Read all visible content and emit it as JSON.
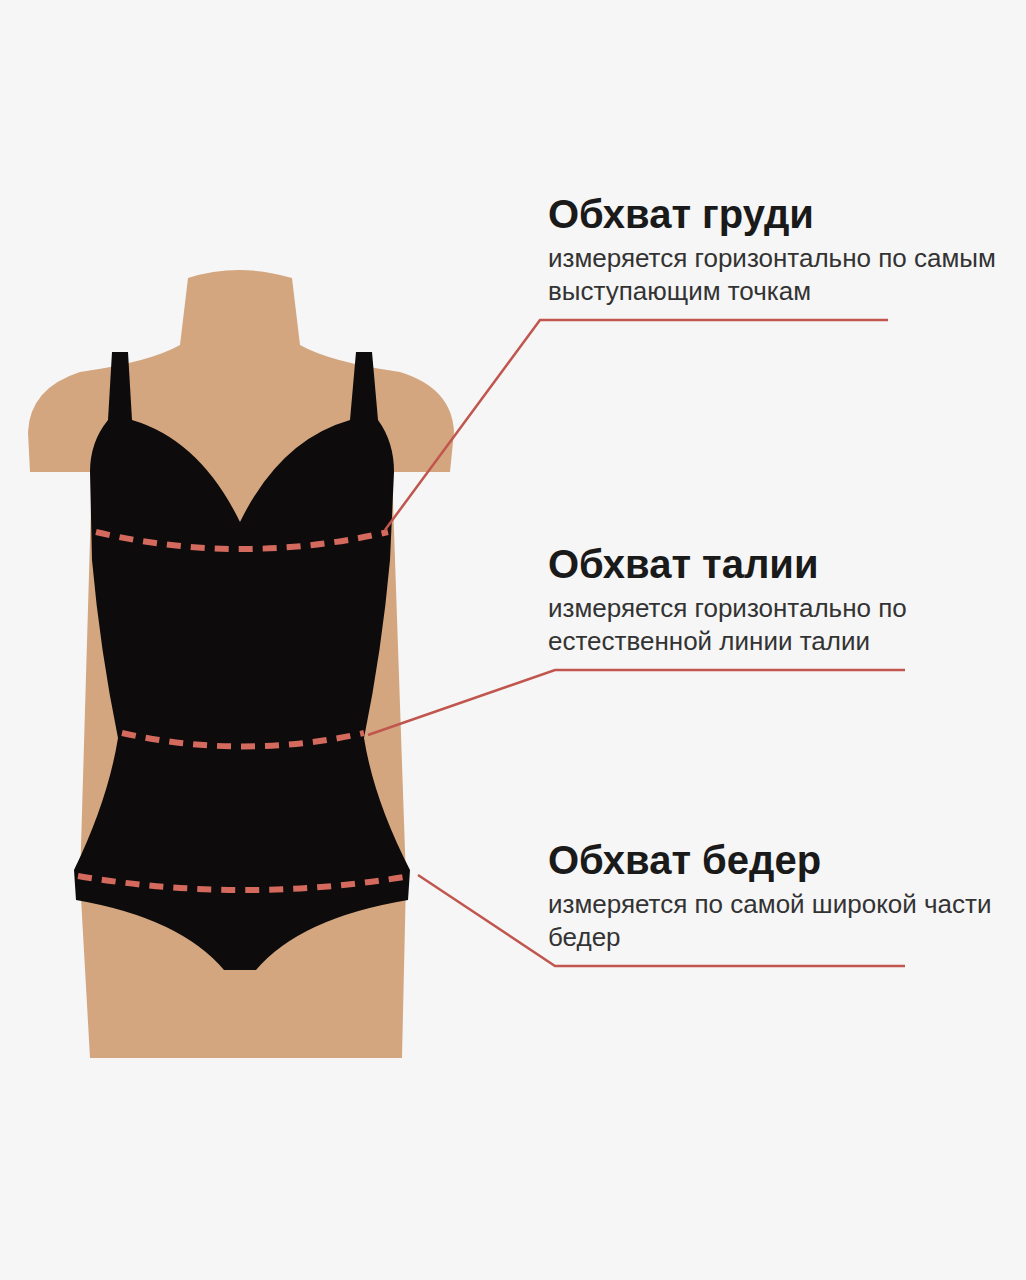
{
  "diagram": {
    "labels": [
      "Обхват груди",
      "измеряется горизонтально по самым выступающим точкам",
      "Обхват талии",
      "измеряется горизонтально по естественной линии талии",
      "Обхват бедер",
      "измеряется по самой широкой части бедер"
    ]
  }
}
